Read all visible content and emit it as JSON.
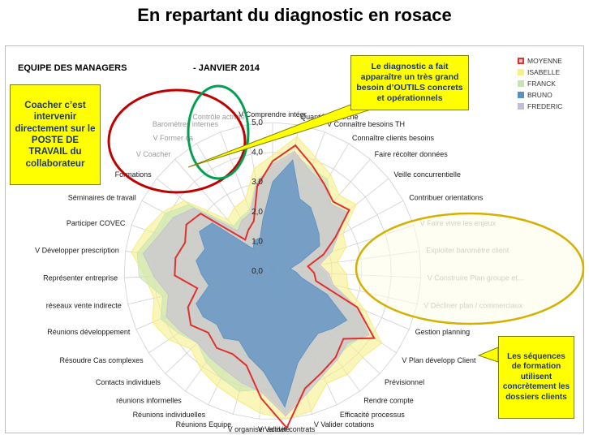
{
  "slide": {
    "title": "En repartant du diagnostic en rosace",
    "team_label": "EQUIPE DES MANAGERS",
    "date_label": "- JANVIER 2014"
  },
  "callouts": {
    "coacher": "Coacher c’est intervenir directement sur le POSTE DE TRAVAIL du collaborateur",
    "outils": "Le diagnostic a fait apparaître un très grand besoin d’OUTILS concrets et opérationnels",
    "formation": "Les séquences de formation utilisent concrètement les dossiers clients"
  },
  "highlight_colors": {
    "red_ellipse": "#c00000",
    "green_ellipse": "#00a050",
    "yellow_ellipse": "#d4b000",
    "callout_fill": "#ffff00",
    "callout_text": "#1f3864"
  },
  "chart_data": {
    "type": "radar",
    "rmax": 5,
    "ticks": [
      "0,0",
      "1,0",
      "2,0",
      "3,0",
      "4,0",
      "5,0"
    ],
    "tick_values": [
      0,
      1,
      2,
      3,
      4,
      5
    ],
    "grid": true,
    "legend_position": "top-right",
    "categories": [
      "V Comprendre intégr",
      "Quantifier marché",
      "V Connaître besoins TH",
      "Connaître clients besoins",
      "Faire récolter données",
      "Veille concurrentielle",
      "Contribuer orientations",
      "V Faire vivre les enjeux",
      "Exploiter baromètre client",
      "V Construire Plan groupe et...",
      "V Décliner plan / commerciaux",
      "Gestion planning",
      "V Plan développ Client",
      "Prévisionnel",
      "Rendre compte",
      "Efficacité processus",
      "V Valider cotations",
      "V Valider contrats",
      "V organiser activité",
      "Réunions Equipe",
      "Réunions individuelles",
      "réunions informelles",
      "Contacts individuels",
      "Résoudre Cas complexes",
      "Réunions développement",
      "réseaux vente indirecte",
      "Représenter entreprise",
      "V Développer prescription",
      "Participer COVEC",
      "Séminaires de travail",
      "Formations",
      "V Coacher",
      "V Former ca",
      "Baromètres internes",
      "Contrôle activité"
    ],
    "faded_labels": [
      7,
      8,
      9,
      10,
      31,
      32,
      33,
      34
    ],
    "series": [
      {
        "name": "MOYENNE",
        "color": "#e03030",
        "fill": "none",
        "values": [
          3.7,
          4.3,
          3.8,
          3.4,
          3.1,
          3.3,
          2.4,
          1.8,
          1.2,
          1.4,
          1.5,
          3.1,
          4.1,
          3.3,
          3.6,
          3.8,
          4.1,
          5.3,
          4.3,
          3.3,
          3.1,
          3.2,
          3.0,
          3.3,
          3.1,
          2.6,
          3.3,
          3.3,
          3.1,
          3.3,
          3.1,
          1.4,
          1.6,
          1.8,
          2.9
        ]
      },
      {
        "name": "ISABELLE",
        "color": "#f2ea6e",
        "fill": "#f6f08a",
        "values": [
          3.9,
          4.6,
          4.1,
          3.8,
          3.4,
          3.6,
          2.7,
          2.6,
          2.2,
          2.5,
          2.6,
          3.4,
          4.4,
          4.2,
          4.3,
          4.2,
          4.9,
          5.0,
          4.8,
          4.5,
          4.3,
          4.1,
          3.8,
          4.2,
          4.4,
          4.1,
          4.3,
          4.8,
          4.5,
          4.2,
          3.8,
          2.3,
          2.5,
          2.6,
          3.5
        ]
      },
      {
        "name": "FRANCK",
        "color": "#c6e5b3",
        "fill": "#c6e5b3",
        "values": [
          3.5,
          4.0,
          3.7,
          3.6,
          3.0,
          3.1,
          2.5,
          2.0,
          1.5,
          1.8,
          2.0,
          3.0,
          3.8,
          3.6,
          3.6,
          3.8,
          4.2,
          4.8,
          4.0,
          4.2,
          4.0,
          3.8,
          3.5,
          3.8,
          4.1,
          3.8,
          4.5,
          4.6,
          4.2,
          4.1,
          3.6,
          2.0,
          2.1,
          2.2,
          3.1
        ]
      },
      {
        "name": "BRUNO",
        "color": "#5a8fc4",
        "fill": "#5a8fc4",
        "values": [
          3.0,
          3.8,
          2.6,
          2.5,
          2.2,
          2.0,
          1.8,
          1.0,
          0.6,
          0.8,
          1.0,
          2.0,
          3.0,
          2.8,
          2.6,
          2.8,
          3.2,
          4.6,
          3.4,
          3.0,
          2.6,
          2.8,
          2.6,
          2.8,
          2.8,
          2.2,
          2.4,
          2.6,
          2.4,
          2.8,
          2.6,
          1.0,
          1.2,
          1.2,
          1.8
        ]
      },
      {
        "name": "FREDERIC",
        "color": "#c5bcd8",
        "fill": "#c5bcd8",
        "values": [
          3.6,
          4.1,
          3.6,
          3.4,
          3.0,
          3.2,
          2.5,
          2.1,
          1.6,
          1.9,
          2.1,
          3.1,
          3.9,
          3.5,
          3.7,
          3.9,
          4.3,
          4.9,
          4.1,
          3.9,
          3.7,
          3.6,
          3.5,
          3.7,
          3.9,
          3.6,
          4.0,
          4.4,
          4.0,
          3.8,
          3.4,
          1.8,
          2.0,
          2.1,
          3.0
        ]
      }
    ]
  }
}
